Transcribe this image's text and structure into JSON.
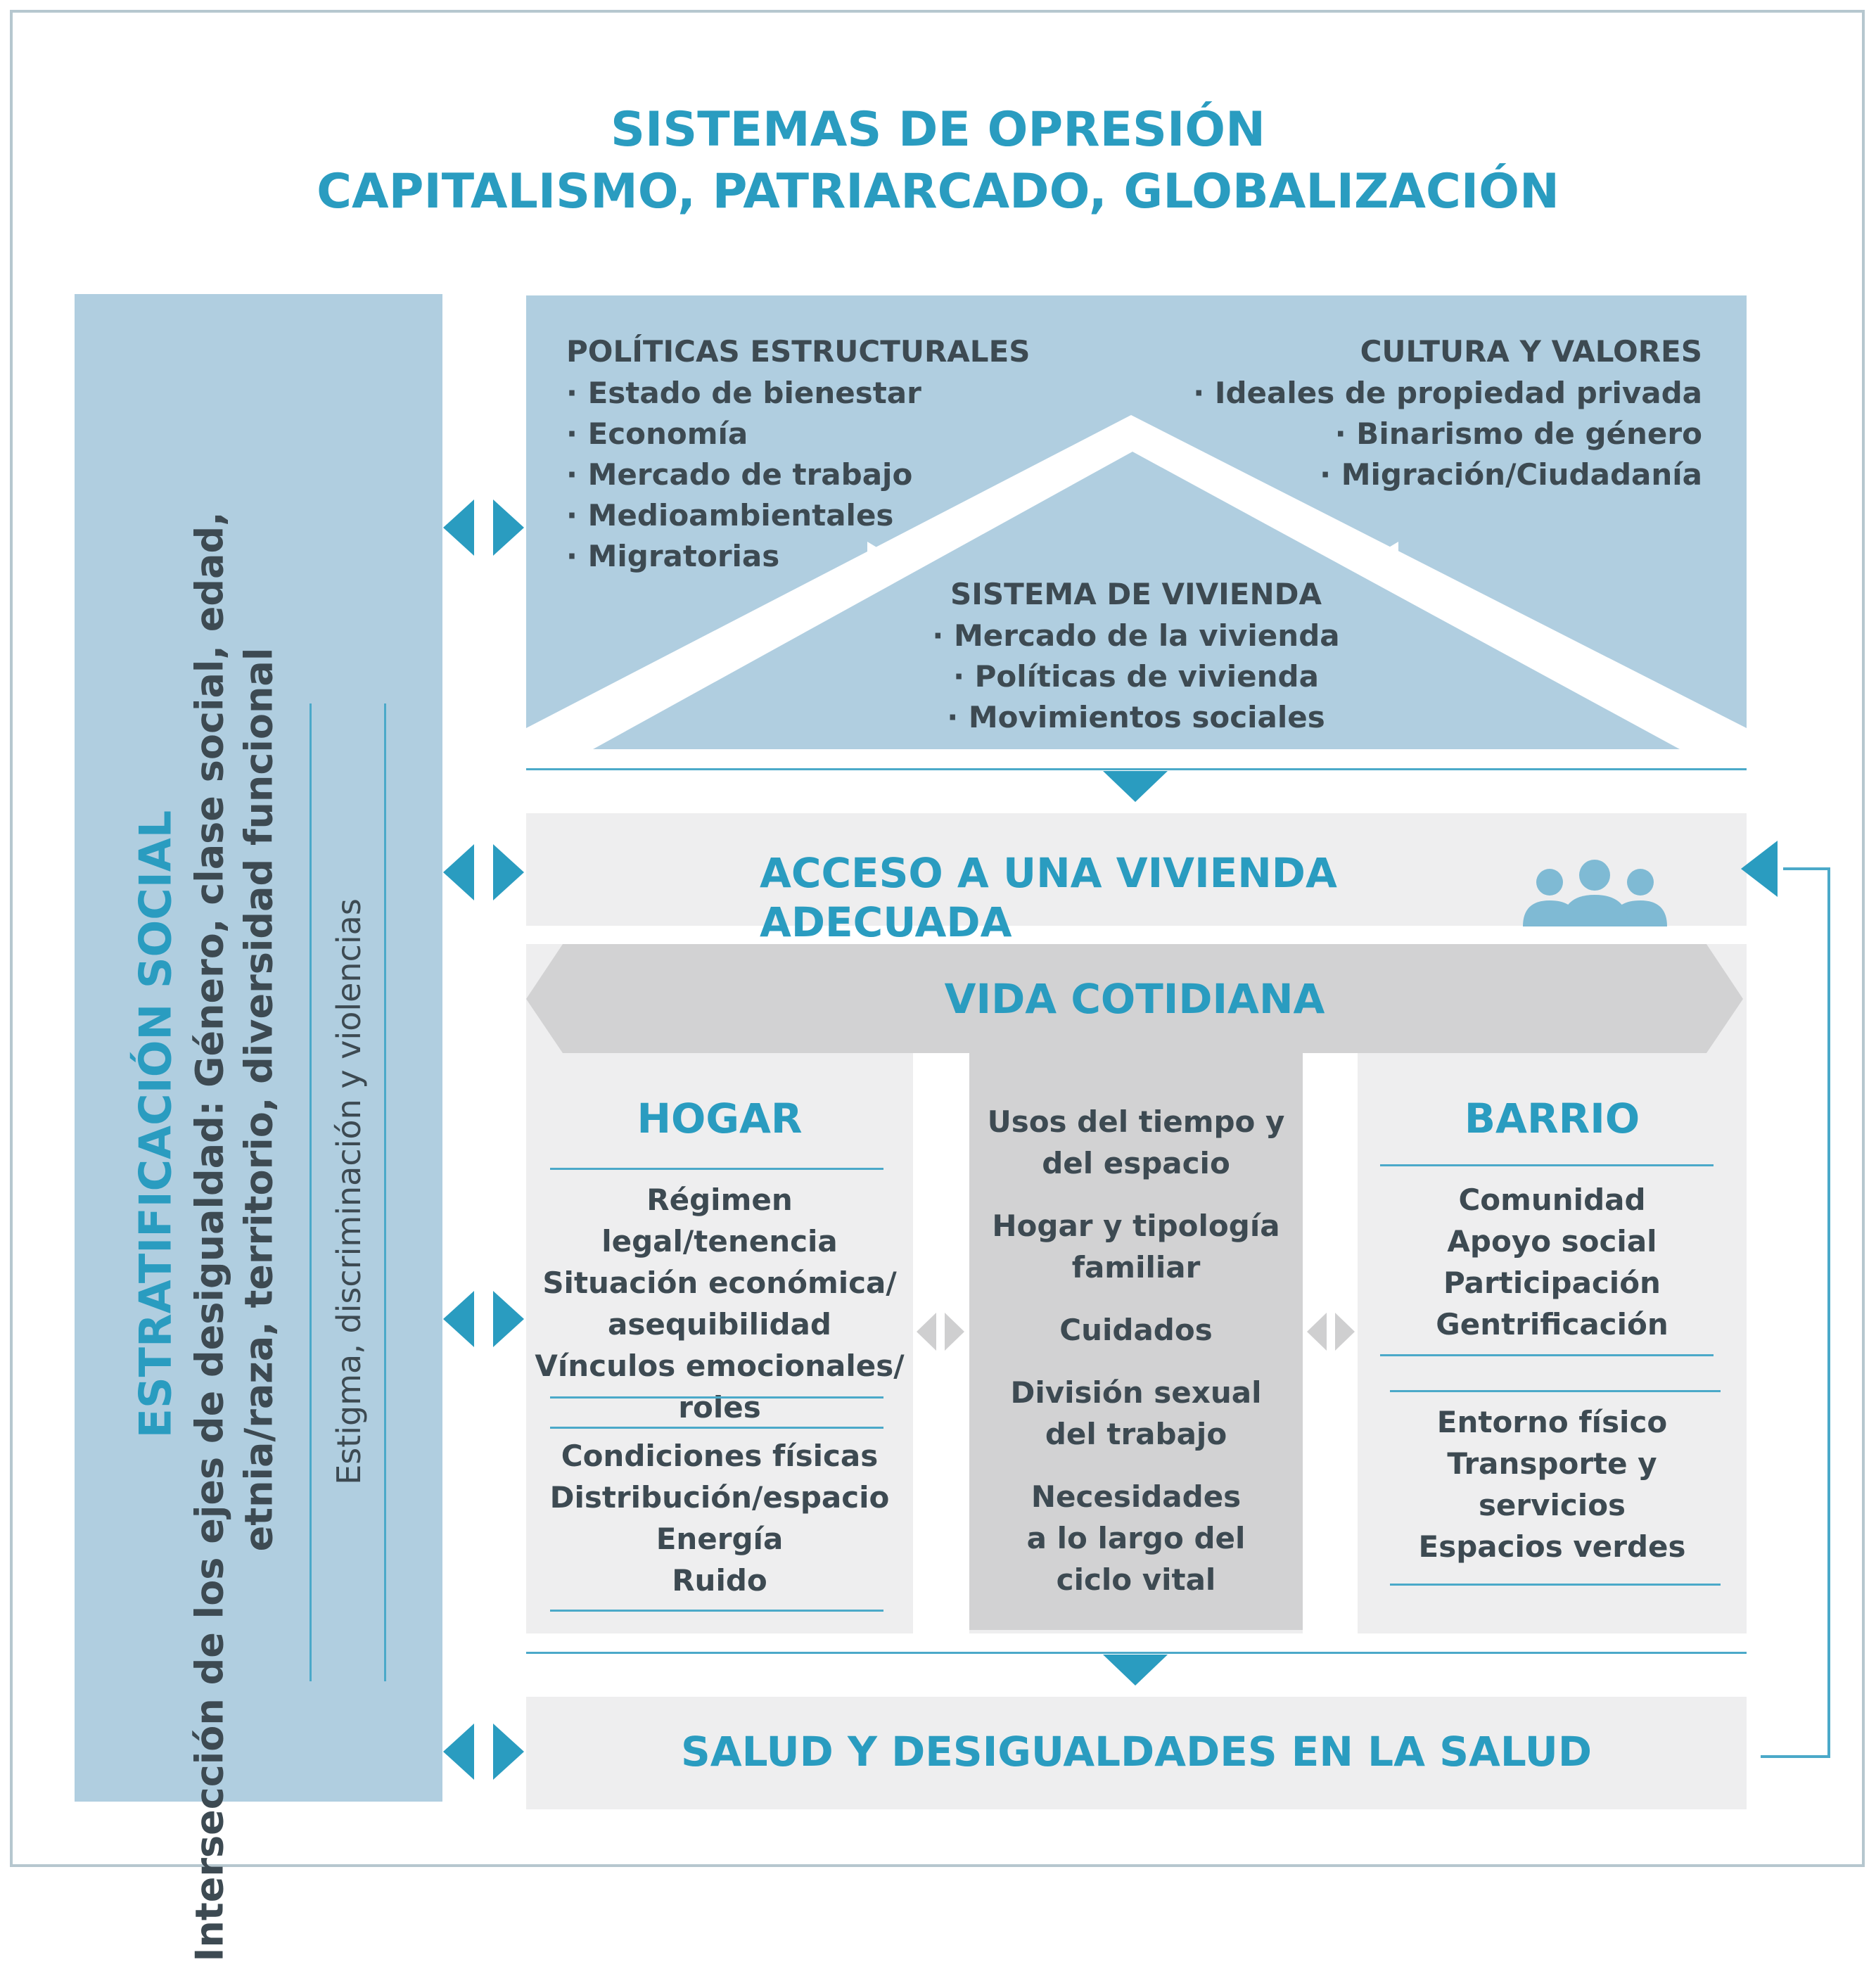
{
  "header": {
    "line1": "SISTEMAS DE OPRESIÓN",
    "line2": "CAPITALISMO, PATRIARCADO, GLOBALIZACIÓN"
  },
  "stratification": {
    "title": "ESTRATIFICACIÓN SOCIAL",
    "line1": "Intersección de los ejes de desigualdad: Género, clase social, edad,",
    "line2": "etnia/raza, territorio, diversidad funcional",
    "stigma": "Estigma, discriminación y violencias"
  },
  "structural_policies": {
    "title": "POLÍTICAS ESTRUCTURALES",
    "items": [
      "· Estado de bienestar",
      "· Economía",
      "· Mercado de trabajo",
      "· Medioambientales",
      "· Migratorias"
    ]
  },
  "culture": {
    "title": "CULTURA Y VALORES",
    "items": [
      "· Ideales de propiedad privada",
      "· Binarismo de género",
      "· Migración/Ciudadanía"
    ]
  },
  "housing_system": {
    "title": "SISTEMA DE VIVIENDA",
    "items": [
      "· Mercado de la vivienda",
      "· Políticas de vivienda",
      "· Movimientos sociales"
    ]
  },
  "access": {
    "title": "ACCESO A UNA VIVIENDA ADECUADA",
    "icon": "people-icon"
  },
  "daily_life": {
    "title": "VIDA COTIDIANA"
  },
  "home": {
    "title": "HOGAR",
    "group1": [
      "Régimen legal/tenencia",
      "Situación económica/",
      "asequibilidad",
      "Vínculos emocionales/",
      "roles"
    ],
    "group2": [
      "Condiciones físicas",
      "Distribución/espacio",
      "Energía",
      "Ruido"
    ]
  },
  "middle": {
    "items": [
      "Usos del tiempo y",
      "del espacio",
      "Hogar y tipología",
      "familiar",
      "Cuidados",
      "División sexual",
      "del trabajo",
      "Necesidades",
      "a lo largo del",
      "ciclo vital"
    ]
  },
  "neighborhood": {
    "title": "BARRIO",
    "group1": [
      "Comunidad",
      "Apoyo social",
      "Participación",
      "Gentrificación"
    ],
    "group2": [
      "Entorno físico",
      "Transporte y",
      "servicios",
      "Espacios verdes"
    ]
  },
  "health": {
    "title": "SALUD Y DESIGUALDADES EN LA SALUD"
  },
  "colors": {
    "accent": "#2a9cc0",
    "panel_blue": "#b0cee0",
    "panel_gray": "#eeeeef",
    "text_dark": "#3d4a52"
  }
}
